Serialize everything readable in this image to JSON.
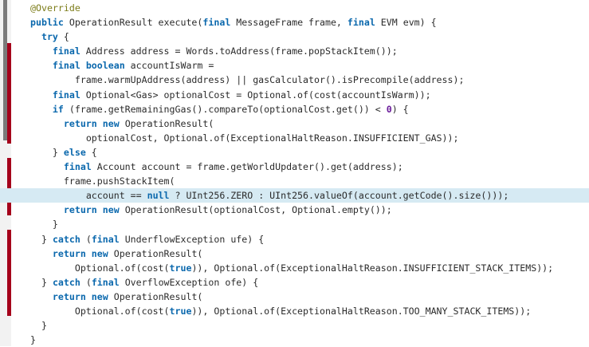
{
  "editor": {
    "colors": {
      "keyword": "#0a68ad",
      "annotation": "#7c7c18",
      "number": "#6a1b9a",
      "text": "#2b2b2b",
      "highlight_line": "#d6eaf3",
      "change_marker": "#a5001b",
      "scroll_marker": "#7a7a7a"
    },
    "highlighted_line_index": 13,
    "lines": [
      {
        "indent": "",
        "tokens": [
          {
            "t": "@Override",
            "c": "ann"
          }
        ]
      },
      {
        "indent": "",
        "tokens": [
          {
            "t": "public",
            "c": "kw"
          },
          {
            "t": " OperationResult execute("
          },
          {
            "t": "final",
            "c": "kw"
          },
          {
            "t": " MessageFrame frame, "
          },
          {
            "t": "final",
            "c": "kw"
          },
          {
            "t": " EVM evm) {"
          }
        ]
      },
      {
        "indent": "  ",
        "tokens": [
          {
            "t": "try",
            "c": "kw"
          },
          {
            "t": " {"
          }
        ]
      },
      {
        "indent": "    ",
        "tokens": [
          {
            "t": "final",
            "c": "kw"
          },
          {
            "t": " Address address = Words.toAddress(frame.popStackItem());"
          }
        ]
      },
      {
        "indent": "    ",
        "tokens": [
          {
            "t": "final",
            "c": "kw"
          },
          {
            "t": " "
          },
          {
            "t": "boolean",
            "c": "kw"
          },
          {
            "t": " accountIsWarm ="
          }
        ]
      },
      {
        "indent": "        ",
        "tokens": [
          {
            "t": "frame.warmUpAddress(address) || gasCalculator().isPrecompile(address);"
          }
        ]
      },
      {
        "indent": "    ",
        "tokens": [
          {
            "t": "final",
            "c": "kw"
          },
          {
            "t": " Optional<Gas> optionalCost = Optional.of(cost(accountIsWarm));"
          }
        ]
      },
      {
        "indent": "    ",
        "tokens": [
          {
            "t": "if",
            "c": "kw"
          },
          {
            "t": " (frame.getRemainingGas().compareTo(optionalCost.get()) < "
          },
          {
            "t": "0",
            "c": "num"
          },
          {
            "t": ") {"
          }
        ]
      },
      {
        "indent": "      ",
        "tokens": [
          {
            "t": "return",
            "c": "kw"
          },
          {
            "t": " "
          },
          {
            "t": "new",
            "c": "kw"
          },
          {
            "t": " OperationResult("
          }
        ]
      },
      {
        "indent": "          ",
        "tokens": [
          {
            "t": "optionalCost, Optional.of(ExceptionalHaltReason.INSUFFICIENT_GAS));"
          }
        ]
      },
      {
        "indent": "    ",
        "tokens": [
          {
            "t": "} "
          },
          {
            "t": "else",
            "c": "kw"
          },
          {
            "t": " {"
          }
        ]
      },
      {
        "indent": "      ",
        "tokens": [
          {
            "t": "final",
            "c": "kw"
          },
          {
            "t": " Account account = frame.getWorldUpdater().get(address);"
          }
        ]
      },
      {
        "indent": "      ",
        "tokens": [
          {
            "t": "frame.pushStackItem("
          }
        ]
      },
      {
        "indent": "          ",
        "tokens": [
          {
            "t": "account == "
          },
          {
            "t": "null",
            "c": "kw"
          },
          {
            "t": " ? UInt256.ZERO : UInt256.valueOf(account.getCode().size()));"
          }
        ]
      },
      {
        "indent": "      ",
        "tokens": [
          {
            "t": "return",
            "c": "kw"
          },
          {
            "t": " "
          },
          {
            "t": "new",
            "c": "kw"
          },
          {
            "t": " OperationResult(optionalCost, Optional.empty());"
          }
        ]
      },
      {
        "indent": "    ",
        "tokens": [
          {
            "t": "}"
          }
        ]
      },
      {
        "indent": "  ",
        "tokens": [
          {
            "t": "} "
          },
          {
            "t": "catch",
            "c": "kw"
          },
          {
            "t": " ("
          },
          {
            "t": "final",
            "c": "kw"
          },
          {
            "t": " UnderflowException ufe) {"
          }
        ]
      },
      {
        "indent": "    ",
        "tokens": [
          {
            "t": "return",
            "c": "kw"
          },
          {
            "t": " "
          },
          {
            "t": "new",
            "c": "kw"
          },
          {
            "t": " OperationResult("
          }
        ]
      },
      {
        "indent": "        ",
        "tokens": [
          {
            "t": "Optional.of(cost("
          },
          {
            "t": "true",
            "c": "kw"
          },
          {
            "t": ")), Optional.of(ExceptionalHaltReason.INSUFFICIENT_STACK_ITEMS));"
          }
        ]
      },
      {
        "indent": "  ",
        "tokens": [
          {
            "t": "} "
          },
          {
            "t": "catch",
            "c": "kw"
          },
          {
            "t": " ("
          },
          {
            "t": "final",
            "c": "kw"
          },
          {
            "t": " OverflowException ofe) {"
          }
        ]
      },
      {
        "indent": "    ",
        "tokens": [
          {
            "t": "return",
            "c": "kw"
          },
          {
            "t": " "
          },
          {
            "t": "new",
            "c": "kw"
          },
          {
            "t": " OperationResult("
          }
        ]
      },
      {
        "indent": "        ",
        "tokens": [
          {
            "t": "Optional.of(cost("
          },
          {
            "t": "true",
            "c": "kw"
          },
          {
            "t": ")), Optional.of(ExceptionalHaltReason.TOO_MANY_STACK_ITEMS));"
          }
        ]
      },
      {
        "indent": "  ",
        "tokens": [
          {
            "t": "}"
          }
        ]
      },
      {
        "indent": "",
        "tokens": [
          {
            "t": "}"
          }
        ]
      }
    ]
  }
}
